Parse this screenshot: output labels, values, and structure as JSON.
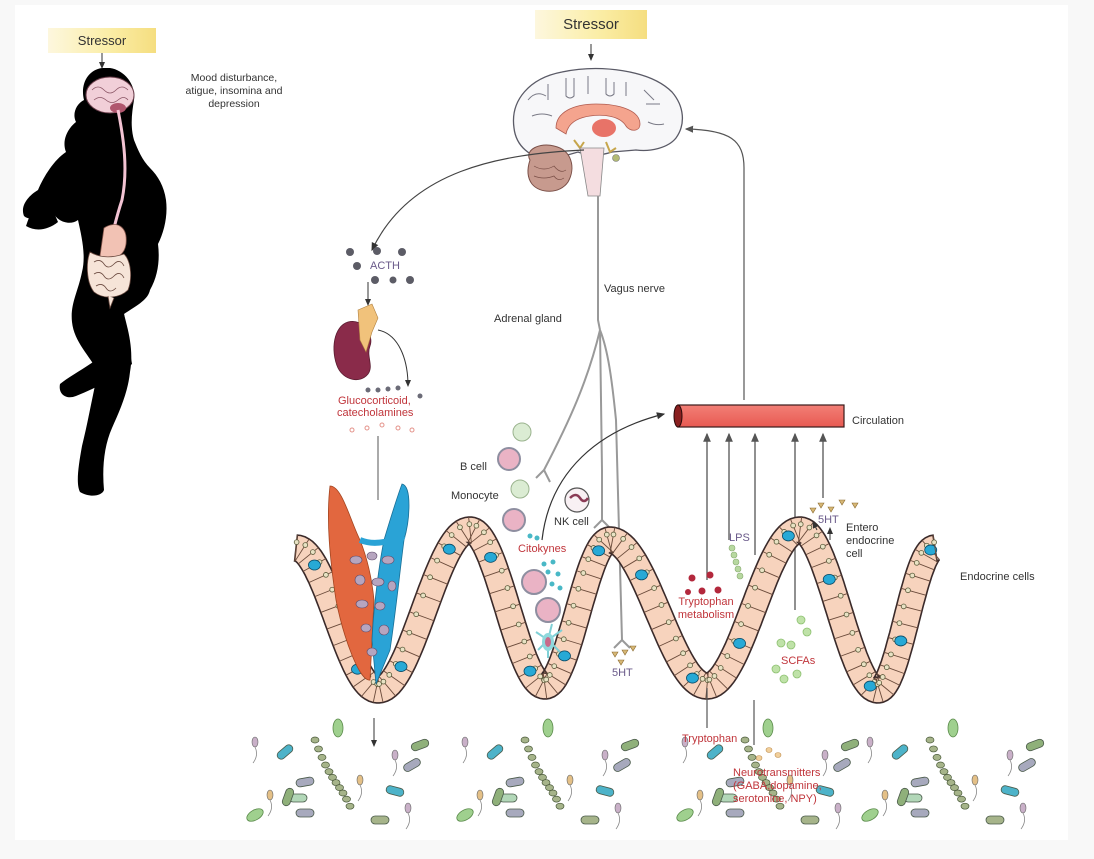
{
  "diagram": {
    "title": "Stress and the gut-brain axis",
    "stressor_left": "Stressor",
    "stressor_top": "Stressor",
    "symptoms": [
      "Mood disturbance,",
      "atigue, insomina and",
      "depression"
    ],
    "hpa": {
      "acth": "ACTH",
      "adrenal_gland": "Adrenal gland",
      "glucocorticoids": "Glucocorticoid,",
      "catecholamines": "catecholamines"
    },
    "vagus_nerve": "Vagus nerve",
    "circulation": "Circulation",
    "immune": {
      "b_cell": "B cell",
      "monocyte": "Monocyte",
      "nk_cell": "NK cell",
      "cytokines": "Citokynes"
    },
    "gut": {
      "lps": "LPS",
      "serotonin_left": "5HT",
      "serotonin_right": "5HT",
      "enteroendocrine": [
        "Entero",
        "endocrine",
        "cell"
      ],
      "endocrine_cells": "Endocrine cells",
      "tryptophan_metabolism": [
        "Tryptophan",
        "metabolism"
      ],
      "tryptophan": "Tryptophan",
      "scfas": "SCFAs",
      "neurotransmitters": [
        "Neurotransmitters",
        "(GABA,dopamine,",
        "serotonine, NPY)"
      ]
    },
    "colors": {
      "label_red": "#c0353b",
      "circulation_vessel": "#ee6b63",
      "epithelium": "#f7d3bd",
      "endocrine_cell": "#27a9d6",
      "artery": "#e2673f",
      "vein": "#2aa3d6",
      "stressor_box": "#fbeea8",
      "silhouette": "#000000"
    }
  }
}
